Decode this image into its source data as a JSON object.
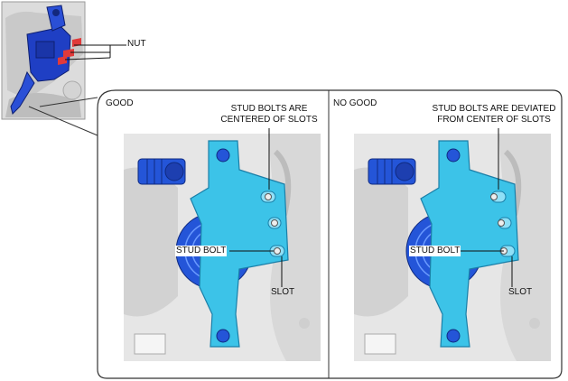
{
  "overview": {
    "nut_label": "NUT"
  },
  "panel_good": {
    "heading": "GOOD",
    "note_line1": "STUD BOLTS ARE",
    "note_line2": "CENTERED OF SLOTS",
    "stud_bolt_label": "STUD BOLT",
    "slot_label": "SLOT"
  },
  "panel_no_good": {
    "heading": "NO GOOD",
    "note_line1": "STUD BOLTS ARE DEVIATED",
    "note_line2": "FROM CENTER OF SLOTS",
    "stud_bolt_label": "STUD BOLT",
    "slot_label": "SLOT"
  },
  "colors": {
    "bracket_overview": "#1f3fc4",
    "nut_highlight": "#e03a3a",
    "bracket_detail": "#3cc3e8",
    "bracket_detail_edge": "#1a7fa8",
    "mount_blue": "#2455d8",
    "background_grey": "#e6e6e6"
  }
}
